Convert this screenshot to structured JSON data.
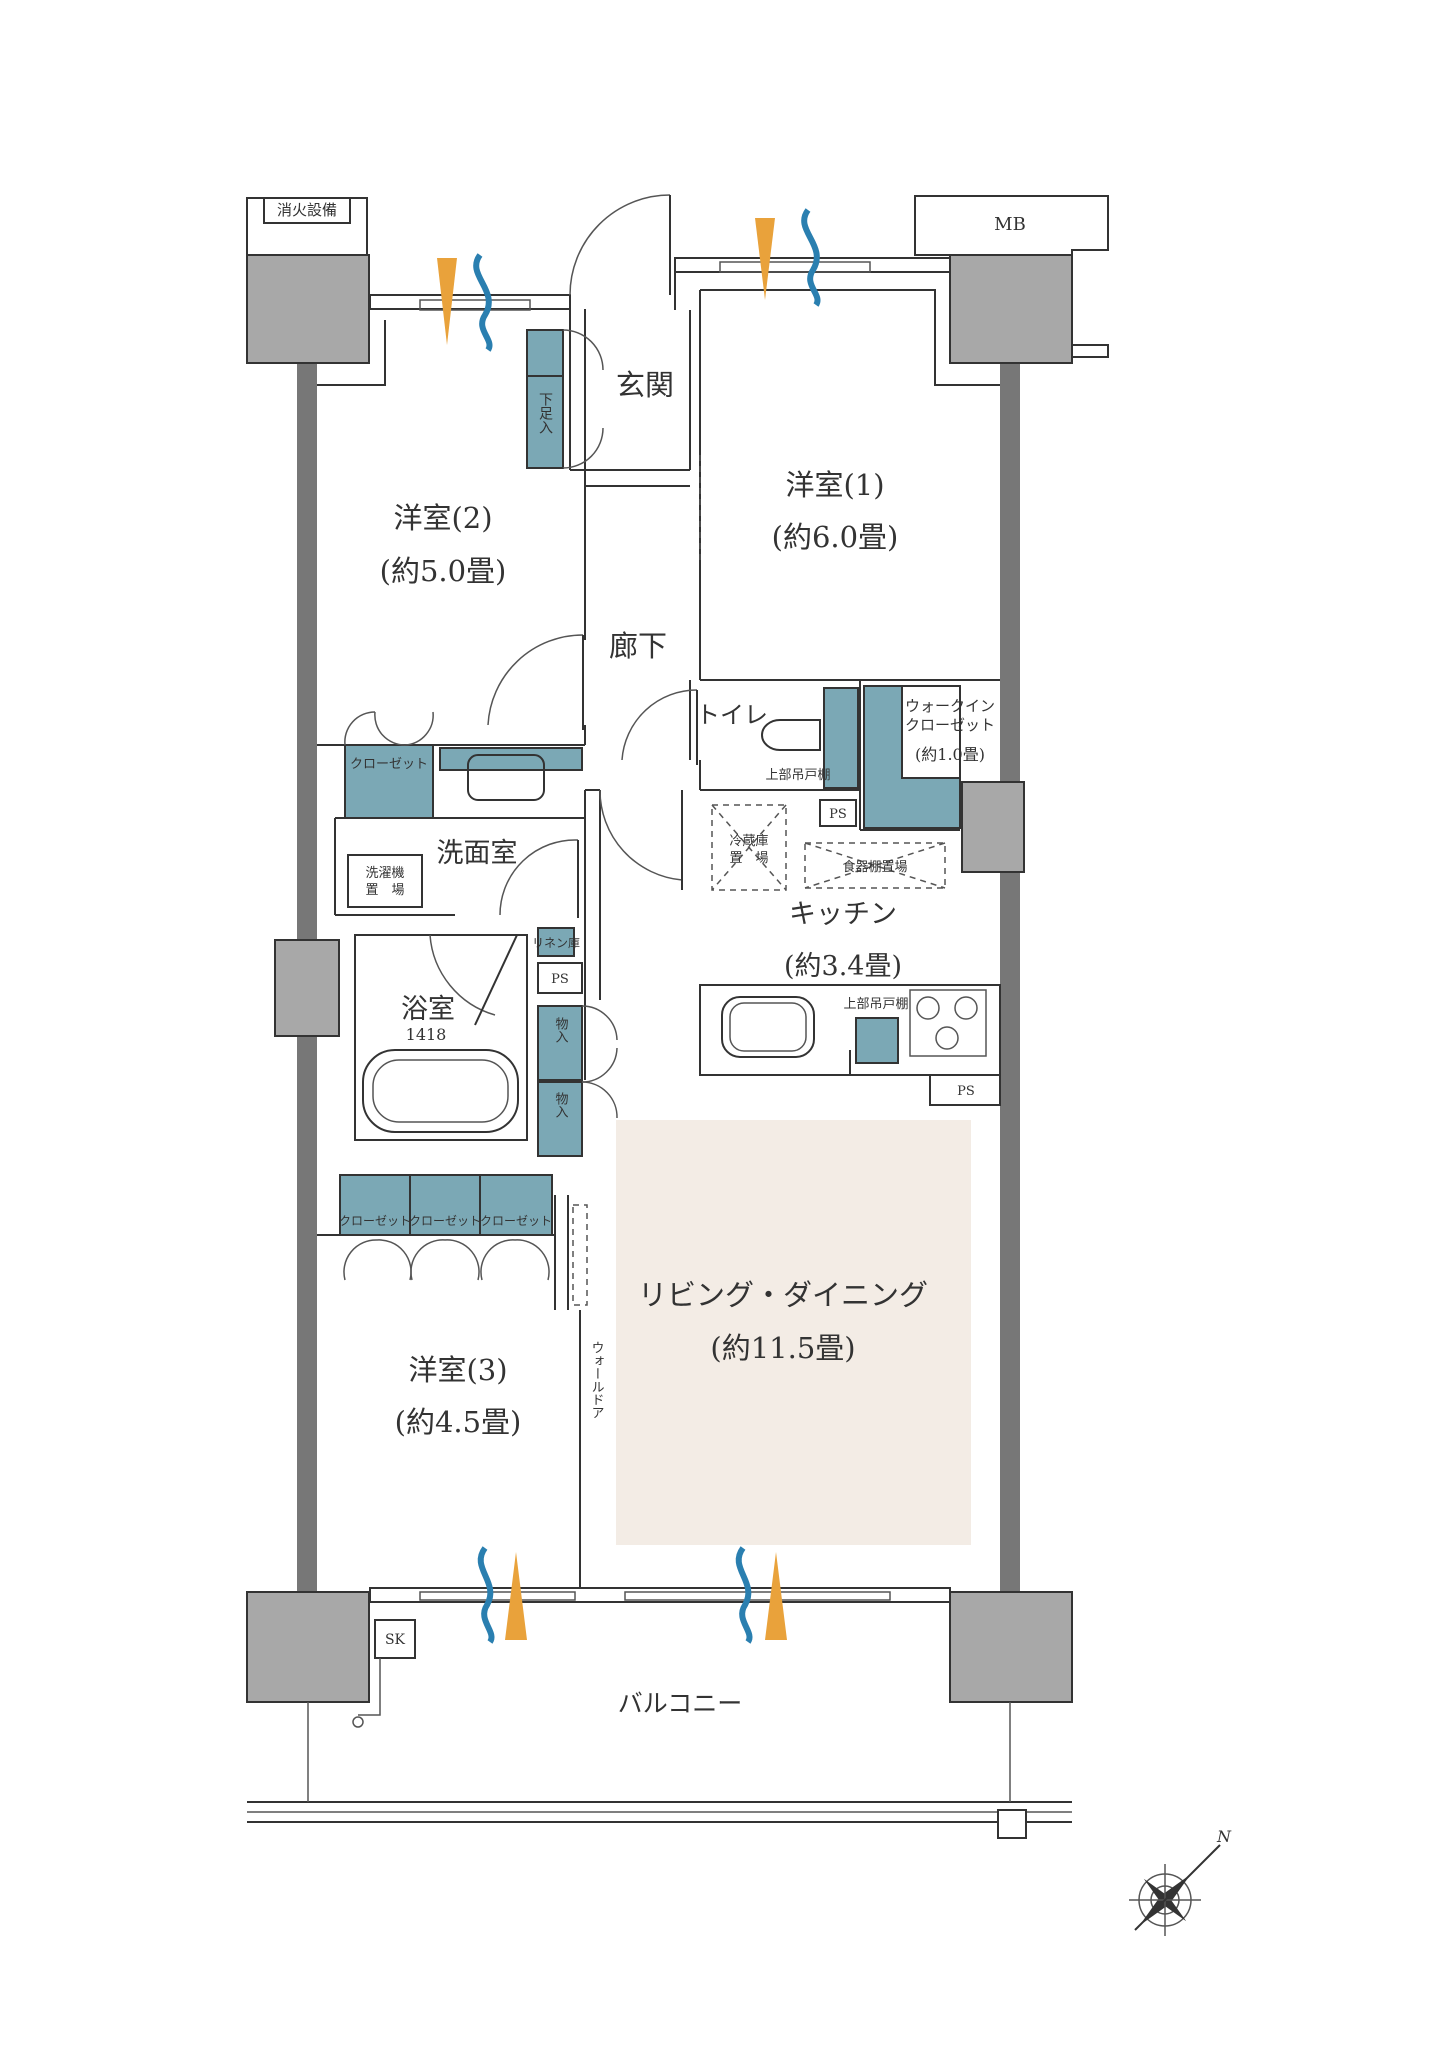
{
  "colors": {
    "storage": "#7ba8b5",
    "living_floor": "#f3ece5",
    "pillar": "#a8a8a8",
    "wind_orange": "#e9a23b",
    "wind_blue": "#2a7fb0",
    "hatched_wall": "#777777"
  },
  "rooms": {
    "room1_name": "洋室(1)",
    "room1_size": "(約6.0畳)",
    "room2_name": "洋室(2)",
    "room2_size": "(約5.0畳)",
    "room3_name": "洋室(3)",
    "room3_size": "(約4.5畳)",
    "entrance": "玄関",
    "hallway": "廊下",
    "toilet": "トイレ",
    "walkin_line1": "ウォークイン",
    "walkin_line2": "クローゼット",
    "walkin_size": "(約1.0畳)",
    "washroom": "洗面室",
    "bathroom": "浴室",
    "bathroom_size": "1418",
    "kitchen": "キッチン",
    "kitchen_size": "(約3.4畳)",
    "living": "リビング・ダイニング",
    "living_size": "(約11.5畳)",
    "balcony": "バルコニー"
  },
  "fixtures": {
    "fire_equipment": "消火設備",
    "mb": "MB",
    "shoe_box": "下足入",
    "closet": "クローゼット",
    "upper_shelf": "上部吊戸棚",
    "ps": "PS",
    "fridge_line1": "冷蔵庫",
    "fridge_line2": "置　場",
    "cupboard": "食器棚置場",
    "washer_line1": "洗濯機",
    "washer_line2": "置　場",
    "linen": "リネン庫",
    "storage": "物入",
    "wall_door": "ウォールドア",
    "sk": "SK"
  },
  "compass": {
    "north": "N"
  }
}
